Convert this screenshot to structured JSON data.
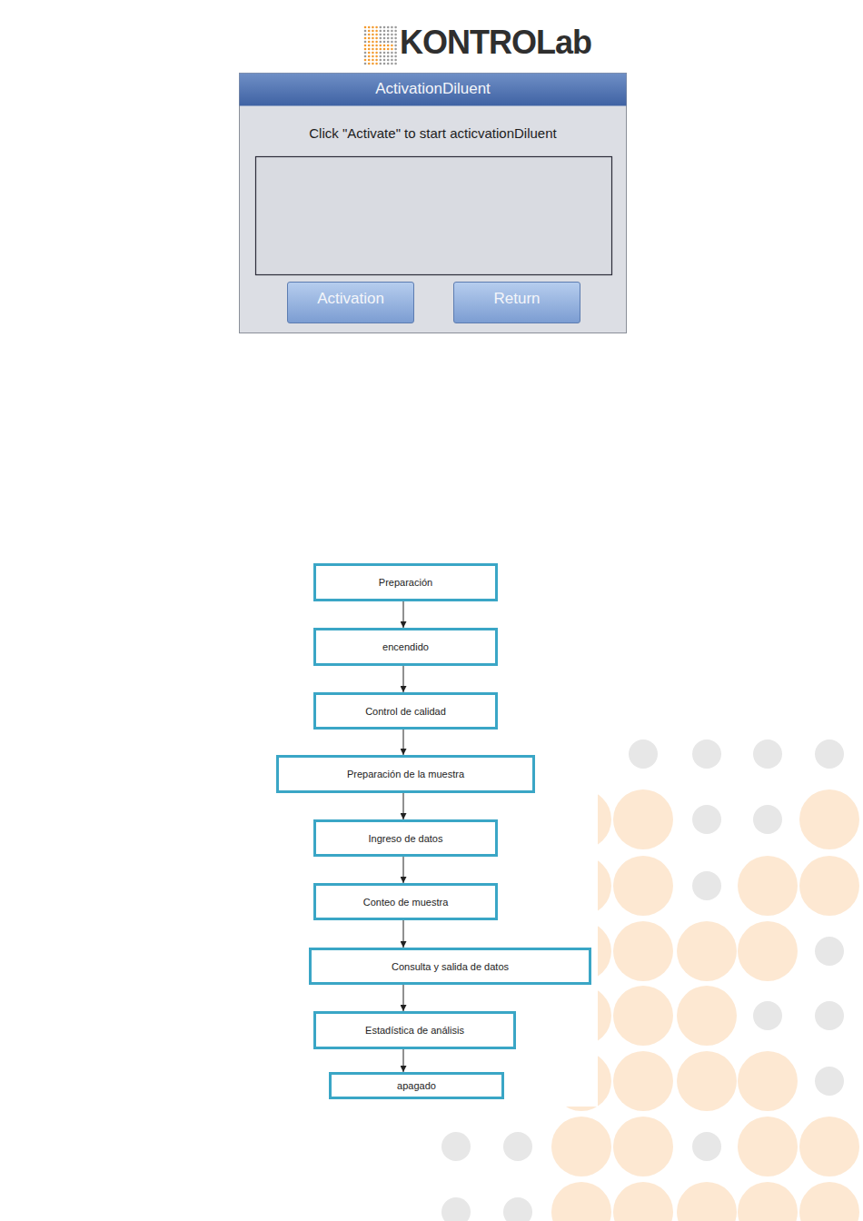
{
  "diagram": {
    "nodes": [
      {
        "text": [
          "ActivationDiluent",
          "Click \"Activate\" to start acticvationDiluent"
        ]
      },
      {
        "text": [
          "Activation"
        ],
        "in": 0
      },
      {
        "text": [
          "Return"
        ],
        "in": 0
      },
      {
        "text": [
          "Preparación"
        ]
      },
      {
        "text": [
          "encendido"
        ]
      },
      {
        "text": [
          "Control de calidad"
        ]
      },
      {
        "text": [
          "Preparación de la muestra"
        ]
      },
      {
        "text": [
          "Ingreso de datos"
        ]
      },
      {
        "text": [
          "Conteo de muestra"
        ]
      },
      {
        "text": [
          "Consulta y salida de datos"
        ]
      },
      {
        "text": [
          "Estadística de análisis"
        ]
      },
      {
        "text": [
          "apagado"
        ]
      }
    ],
    "edges": [
      {
        "from": 3,
        "to": 4,
        "arrow": "to"
      },
      {
        "from": 4,
        "to": 5,
        "arrow": "to"
      },
      {
        "from": 5,
        "to": 6,
        "arrow": "to"
      },
      {
        "from": 6,
        "to": 7,
        "arrow": "to"
      },
      {
        "from": 7,
        "to": 8,
        "arrow": "to"
      },
      {
        "from": 8,
        "to": 9,
        "arrow": "to"
      },
      {
        "from": 9,
        "to": 10,
        "arrow": "to"
      },
      {
        "from": 10,
        "to": 11,
        "arrow": "to"
      }
    ],
    "labels": [
      "KONTROLab"
    ]
  }
}
